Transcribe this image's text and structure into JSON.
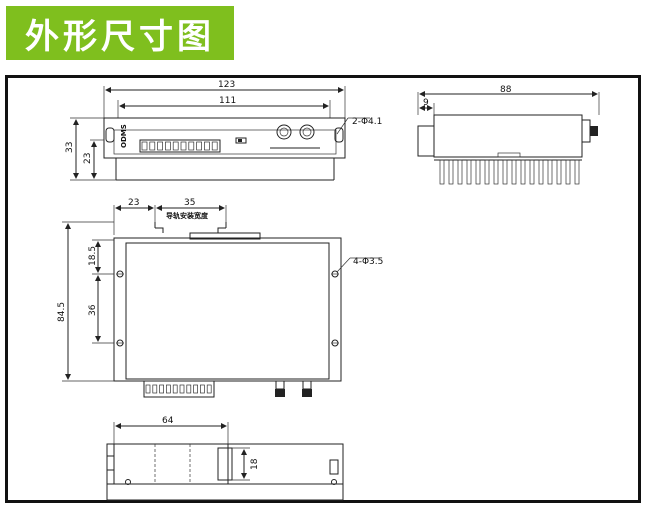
{
  "header": {
    "title": "外形尺寸图",
    "background": "#7fbf1e",
    "text_color": "#ffffff"
  },
  "top_view": {
    "dims": {
      "overall_width": "123",
      "inner_width": "111",
      "height": "33",
      "inner_height": "23",
      "holes": "2-Φ4.1"
    },
    "brand": "ODMS"
  },
  "side_view": {
    "dims": {
      "depth": "88",
      "offset": "9"
    }
  },
  "front_view": {
    "dims": {
      "offset_left": "23",
      "rail_width": "35",
      "height": "84.5",
      "upper": "18.5",
      "lower": "36",
      "holes": "4-Φ3.5"
    },
    "rail_label": "导轨安装宽度"
  },
  "bottom_view": {
    "dims": {
      "width": "64",
      "height": "18"
    }
  }
}
